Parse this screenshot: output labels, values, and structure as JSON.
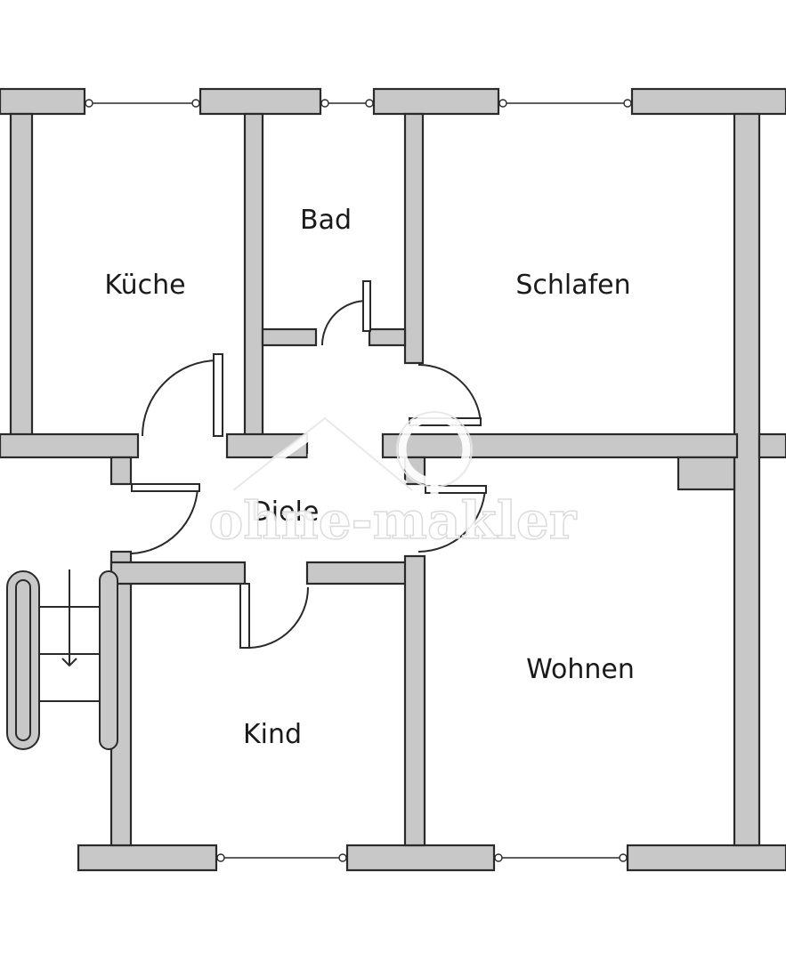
{
  "rooms": {
    "kueche": "Küche",
    "bad": "Bad",
    "schlafen": "Schlafen",
    "diele": "Diele",
    "kind": "Kind",
    "wohnen": "Wohnen"
  },
  "watermark": {
    "text": "ohne-makler"
  }
}
